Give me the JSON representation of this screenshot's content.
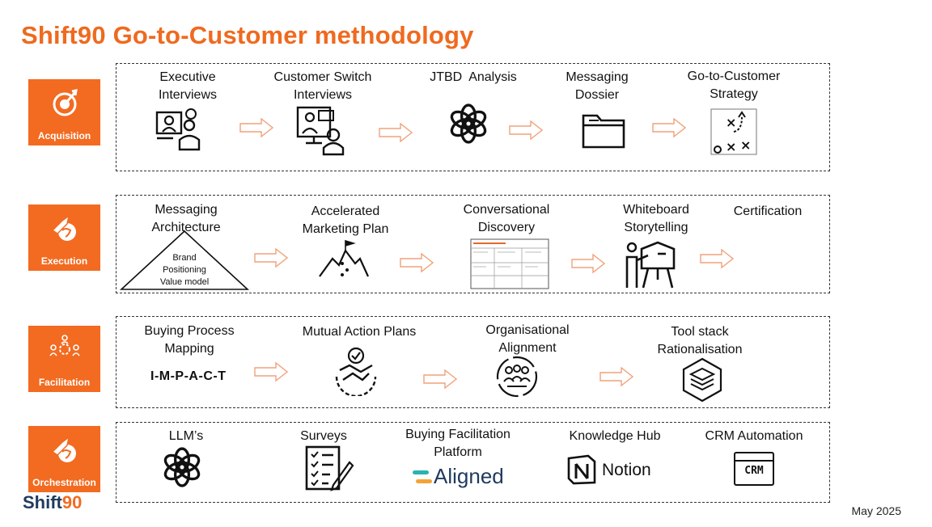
{
  "title": "Shift90 Go-to-Customer methodology",
  "phases": [
    "Acquisition",
    "Execution",
    "Facilitation",
    "Orchestration"
  ],
  "acquisition": {
    "executive_interviews": [
      "Executive",
      "Interviews"
    ],
    "customer_switch": [
      "Customer Switch",
      "Interviews"
    ],
    "jtbd": [
      "JTBD  Analysis"
    ],
    "messaging_dossier": [
      "Messaging",
      "Dossier"
    ],
    "gtc_strategy": [
      "Go-to-Customer",
      "Strategy"
    ]
  },
  "execution": {
    "messaging_architecture": [
      "Messaging",
      "Architecture"
    ],
    "triangle_lines": [
      "Brand",
      "Positioning",
      "Value model"
    ],
    "accelerated_plan": [
      "Accelerated",
      "Marketing Plan"
    ],
    "conversational_discovery": [
      "Conversational",
      "Discovery"
    ],
    "whiteboard": [
      "Whiteboard",
      "Storytelling"
    ],
    "certification": [
      "Certification"
    ]
  },
  "facilitation": {
    "buying_process": [
      "Buying Process",
      "Mapping"
    ],
    "impact": "I-M-P-A-C-T",
    "mutual_action": [
      "Mutual Action Plans"
    ],
    "org_alignment": [
      "Organisational",
      "Alignment"
    ],
    "tool_stack": [
      "Tool stack",
      "Rationalisation"
    ]
  },
  "orchestration": {
    "llms": [
      "LLM’s"
    ],
    "surveys": [
      "Surveys"
    ],
    "bfp": [
      "Buying Facilitation",
      "Platform"
    ],
    "knowledge_hub": [
      "Knowledge Hub"
    ],
    "crm_automation": [
      "CRM Automation"
    ],
    "aligned_logo": "Aligned",
    "notion_logo": "Notion",
    "crm_badge": "CRM"
  },
  "brand": {
    "shift": "Shift",
    "num": "90"
  },
  "date": "May 2025",
  "colors": {
    "accent": "#f26b21",
    "title": "#ef6a1f",
    "dark": "#1f3a5f"
  }
}
